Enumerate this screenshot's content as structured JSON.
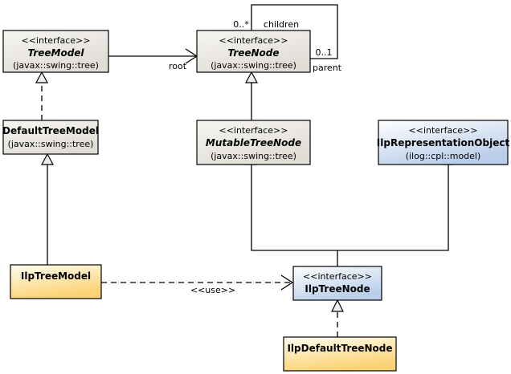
{
  "diagram": {
    "title": "Tree model and tree node class hierarchy",
    "type": "uml-class-diagram",
    "background_color": "#ffffff",
    "palette": {
      "swing_fill_light": "#f5f3f0",
      "swing_fill_dark": "#e3e0da",
      "ilog_blue_light": "#ffffff",
      "ilog_blue_dark": "#bcd0ea",
      "ilog_yellow_light": "#fffbe8",
      "ilog_yellow_dark": "#fbd77e",
      "border": "#000000"
    }
  },
  "classes": {
    "tree_model": {
      "stereotype": "<<interface>>",
      "name": "TreeModel",
      "package": "(javax::swing::tree)",
      "italic": true,
      "fill": "gray"
    },
    "tree_node": {
      "stereotype": "<<interface>>",
      "name": "TreeNode",
      "package": "(javax::swing::tree)",
      "italic": true,
      "fill": "gray"
    },
    "default_tree_model": {
      "stereotype": "",
      "name": "DefaultTreeModel",
      "package": "(javax::swing::tree)",
      "italic": false,
      "fill": "gray"
    },
    "mutable_tree_node": {
      "stereotype": "<<interface>>",
      "name": "MutableTreeNode",
      "package": "(javax::swing::tree)",
      "italic": true,
      "fill": "gray"
    },
    "ilp_representation_object": {
      "stereotype": "<<interface>>",
      "name": "IlpRepresentationObject",
      "package": "(ilog::cpl::model)",
      "italic": false,
      "fill": "blue"
    },
    "ilp_tree_model": {
      "stereotype": "",
      "name": "IlpTreeModel",
      "package": "",
      "italic": false,
      "fill": "yellow"
    },
    "ilp_tree_node": {
      "stereotype": "<<interface>>",
      "name": "IlpTreeNode",
      "package": "",
      "italic": false,
      "fill": "blue"
    },
    "ilp_default_tree_node": {
      "stereotype": "",
      "name": "IlpDefaultTreeNode",
      "package": "",
      "italic": false,
      "fill": "yellow"
    }
  },
  "edge_labels": {
    "root": "root",
    "children": "children",
    "children_multiplicity": "0..*",
    "parent": "parent",
    "parent_multiplicity": "0..1",
    "use": "<<use>>"
  },
  "relationships": [
    {
      "from": "tree_model",
      "to": "tree_node",
      "kind": "association",
      "label": "root"
    },
    {
      "from": "tree_node",
      "to": "tree_node",
      "kind": "self-association",
      "label": "children / parent"
    },
    {
      "from": "default_tree_model",
      "to": "tree_model",
      "kind": "realization"
    },
    {
      "from": "mutable_tree_node",
      "to": "tree_node",
      "kind": "generalization"
    },
    {
      "from": "ilp_tree_model",
      "to": "default_tree_model",
      "kind": "generalization"
    },
    {
      "from": "ilp_tree_node",
      "to": "mutable_tree_node",
      "kind": "generalization"
    },
    {
      "from": "ilp_tree_node",
      "to": "ilp_representation_object",
      "kind": "generalization"
    },
    {
      "from": "ilp_tree_model",
      "to": "ilp_tree_node",
      "kind": "dependency",
      "label": "<<use>>"
    },
    {
      "from": "ilp_default_tree_node",
      "to": "ilp_tree_node",
      "kind": "realization"
    }
  ]
}
